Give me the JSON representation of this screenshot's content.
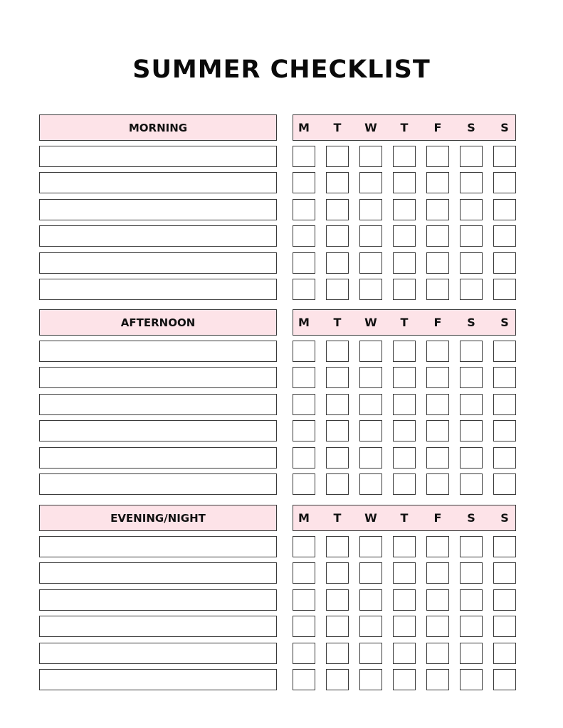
{
  "title": "SUMMER CHECKLIST",
  "days": [
    "M",
    "T",
    "W",
    "T",
    "F",
    "S",
    "S"
  ],
  "rows_per_section": 6,
  "sections": [
    {
      "id": "morning",
      "label": "MORNING"
    },
    {
      "id": "afternoon",
      "label": "AFTERNOON"
    },
    {
      "id": "evening",
      "label": "EVENING/NIGHT"
    }
  ],
  "colors": {
    "header_fill": "#fde3e8",
    "border": "#3a3a3a",
    "text": "#111111"
  }
}
